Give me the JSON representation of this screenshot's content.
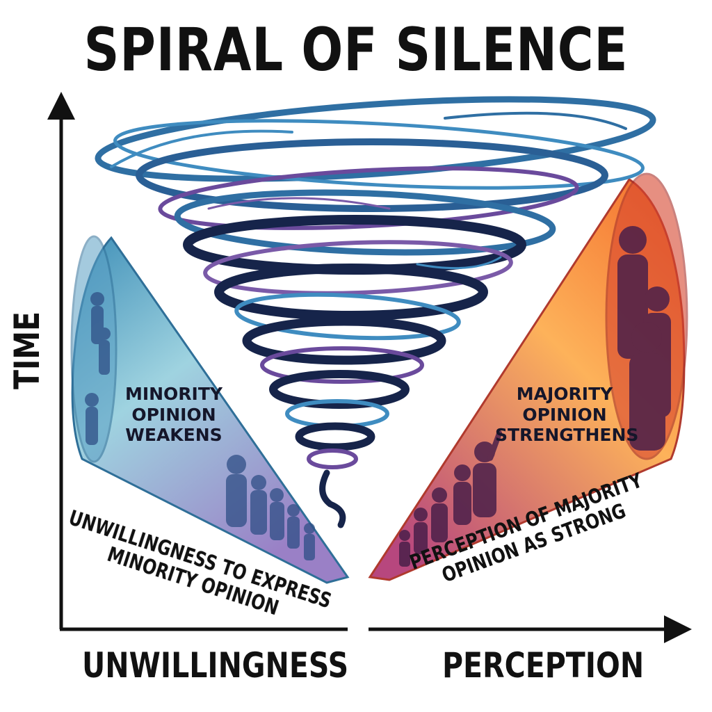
{
  "title": "SPIRAL OF SILENCE",
  "axes": {
    "y_label": "TIME",
    "x_left_label": "UNWILLINGNESS",
    "x_right_label": "PERCEPTION"
  },
  "left_cone": {
    "label": "MINORITY OPINION WEAKENS",
    "caption_line1": "UNWILLINGNESS TO EXPRESS",
    "caption_line2": "MINORITY OPINION"
  },
  "right_cone": {
    "label": "MAJORITY OPINION STRENGTHENS",
    "caption_line1": "PERCEPTION OF MAJORITY",
    "caption_line2": "OPINION AS STRONG"
  },
  "colors": {
    "spiral_blue": "#2f6fa3",
    "spiral_purple": "#6a4a9c",
    "spiral_navy": "#16244a",
    "cone_left_top": "#4aa3c7",
    "cone_left_bottom": "#9a7fc4",
    "cone_right_top": "#f7a24a",
    "cone_right_bottom": "#c23a6a"
  }
}
